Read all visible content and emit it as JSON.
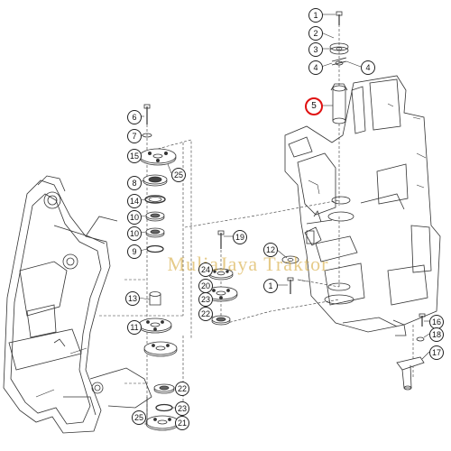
{
  "diagram": {
    "callouts": [
      {
        "name": "callout-1-top",
        "label": "1"
      },
      {
        "name": "callout-2",
        "label": "2"
      },
      {
        "name": "callout-3",
        "label": "3"
      },
      {
        "name": "callout-4-left",
        "label": "4"
      },
      {
        "name": "callout-4-right",
        "label": "4"
      },
      {
        "name": "callout-5",
        "label": "5",
        "highlight": true
      },
      {
        "name": "callout-6",
        "label": "6"
      },
      {
        "name": "callout-7",
        "label": "7"
      },
      {
        "name": "callout-15",
        "label": "15"
      },
      {
        "name": "callout-25-upper",
        "label": "25"
      },
      {
        "name": "callout-8",
        "label": "8"
      },
      {
        "name": "callout-14",
        "label": "14"
      },
      {
        "name": "callout-10-upper",
        "label": "10"
      },
      {
        "name": "callout-10-lower",
        "label": "10"
      },
      {
        "name": "callout-9",
        "label": "9"
      },
      {
        "name": "callout-19",
        "label": "19"
      },
      {
        "name": "callout-24",
        "label": "24"
      },
      {
        "name": "callout-20",
        "label": "20"
      },
      {
        "name": "callout-23-upper",
        "label": "23"
      },
      {
        "name": "callout-22-upper",
        "label": "22"
      },
      {
        "name": "callout-13",
        "label": "13"
      },
      {
        "name": "callout-11",
        "label": "11"
      },
      {
        "name": "callout-12",
        "label": "12"
      },
      {
        "name": "callout-1-mid",
        "label": "1"
      },
      {
        "name": "callout-16",
        "label": "16"
      },
      {
        "name": "callout-18",
        "label": "18"
      },
      {
        "name": "callout-17",
        "label": "17"
      },
      {
        "name": "callout-22-lower",
        "label": "22"
      },
      {
        "name": "callout-23-lower",
        "label": "23"
      },
      {
        "name": "callout-25-lower",
        "label": "25"
      },
      {
        "name": "callout-21",
        "label": "21"
      }
    ],
    "watermark": "MuliaJaya Traktor",
    "highlight_color": "#e01010",
    "watermark_color": "#d2a028"
  }
}
